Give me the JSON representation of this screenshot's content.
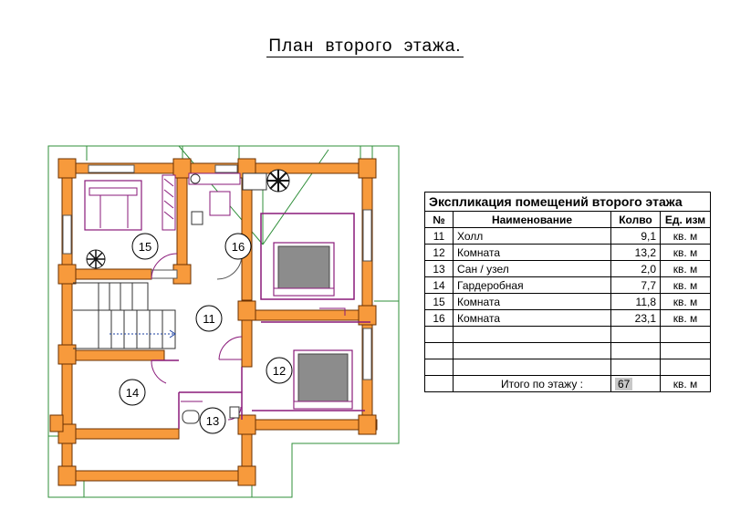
{
  "title": "План второго этажа.",
  "rooms": {
    "r11": "11",
    "r12": "12",
    "r13": "13",
    "r14": "14",
    "r15": "15",
    "r16": "16"
  },
  "table": {
    "caption": "Экспликация помещений второго этажа",
    "headers": [
      "№",
      "Наименование",
      "Колво",
      "Ед. изм"
    ],
    "rows": [
      {
        "num": "11",
        "name": "Холл",
        "qty": "9,1",
        "unit": "кв. м"
      },
      {
        "num": "12",
        "name": "Комната",
        "qty": "13,2",
        "unit": "кв. м"
      },
      {
        "num": "13",
        "name": "Сан / узел",
        "qty": "2,0",
        "unit": "кв. м"
      },
      {
        "num": "14",
        "name": "Гардеробная",
        "qty": "7,7",
        "unit": "кв. м"
      },
      {
        "num": "15",
        "name": "Комната",
        "qty": "11,8",
        "unit": "кв. м"
      },
      {
        "num": "16",
        "name": "Комната",
        "qty": "23,1",
        "unit": "кв. м"
      }
    ],
    "total_label": "Итого по этажу :",
    "total_value": "67",
    "total_unit": "кв. м"
  },
  "colors": {
    "wall": "#f79a3c",
    "wall_outline": "#6b3000",
    "outline": "#2f8f3a",
    "partition": "#8a1a7a",
    "bed": "#8c8c8c"
  }
}
